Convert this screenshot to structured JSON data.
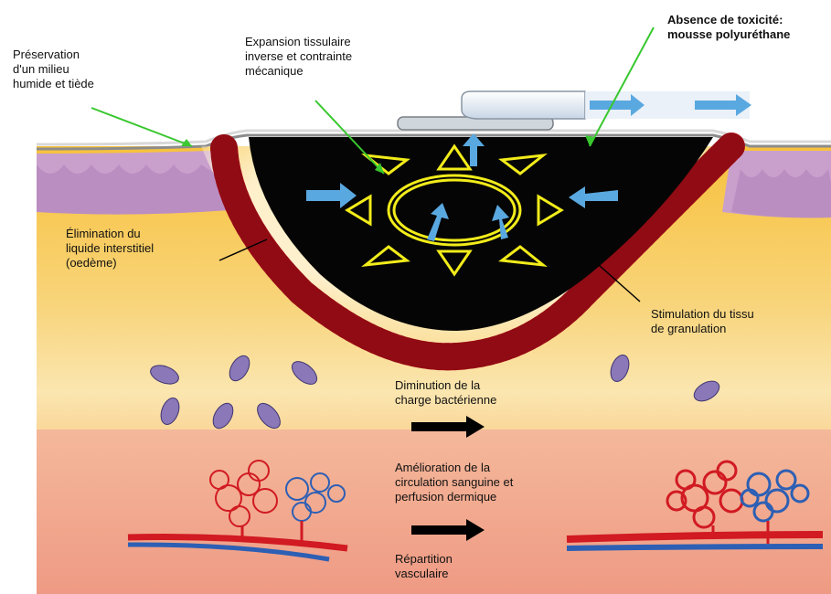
{
  "labels": {
    "moist_environment": "Préservation\nd'un milieu\nhumide et tiède",
    "tissue_expansion": "Expansion tissulaire\ninverse et contrainte\nmécanique",
    "no_toxicity": "Absence de toxicité:\nmousse polyuréthane",
    "fluid_removal": "Élimination du\nliquide interstitiel\n(oedème)",
    "granulation": "Stimulation du tissu\nde granulation",
    "bacterial_load": "Diminution de la\ncharge bactérienne",
    "circulation": "Amélioration de la\ncirculation sanguine et\nperfusion dermique",
    "vascular": "Répartition\nvasculaire"
  },
  "colors": {
    "epidermis": "#c9a7cf",
    "dermis_top": "#f5c348",
    "dermis_mid": "#fbe4a0",
    "subcutis": "#f2a48c",
    "foam": "#050505",
    "granulation": "#c0101a",
    "arrow_blue": "#5aa8e0",
    "star_yellow": "#f2ec1a",
    "leader_green": "#39c82f",
    "bacteria": "#8a78b8",
    "artery": "#d11a22",
    "vein": "#2d5fb4"
  },
  "icons": [
    "suction-tube-icon",
    "bacteria-icon",
    "capillary-network-icon",
    "flow-arrow-icon"
  ]
}
